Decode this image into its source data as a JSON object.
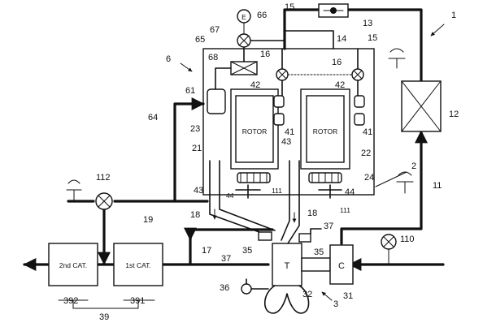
{
  "units": {
    "rotor_left": "ROTOR",
    "rotor_right": "ROTOR",
    "cat1": "1st CAT.",
    "cat2": "2nd CAT.",
    "turbine": "T",
    "compressor": "C",
    "sensor": "E"
  },
  "refs": {
    "r1": "1",
    "r2": "2",
    "r3": "3",
    "r6": "6",
    "r11": "11",
    "r12": "12",
    "r13": "13",
    "r14": "14",
    "r15a": "15",
    "r15b": "15",
    "r16a": "16",
    "r16b": "16",
    "r17": "17",
    "r18a": "18",
    "r18b": "18",
    "r19": "19",
    "r21": "21",
    "r22": "22",
    "r23": "23",
    "r24": "24",
    "r31": "31",
    "r32": "32",
    "r35a": "35",
    "r35b": "35",
    "r36": "36",
    "r37a": "37",
    "r37b": "37",
    "r39": "39",
    "r41a": "41",
    "r41b": "41",
    "r42a": "42",
    "r42b": "42",
    "r43a": "43",
    "r43b": "43",
    "r44a": "44",
    "r44b": "44",
    "r61": "61",
    "r64": "64",
    "r65": "65",
    "r66": "66",
    "r67": "67",
    "r68": "68",
    "r110": "110",
    "r111a": "111",
    "r111b": "111",
    "r112": "112",
    "r391": "391",
    "r392": "392"
  }
}
